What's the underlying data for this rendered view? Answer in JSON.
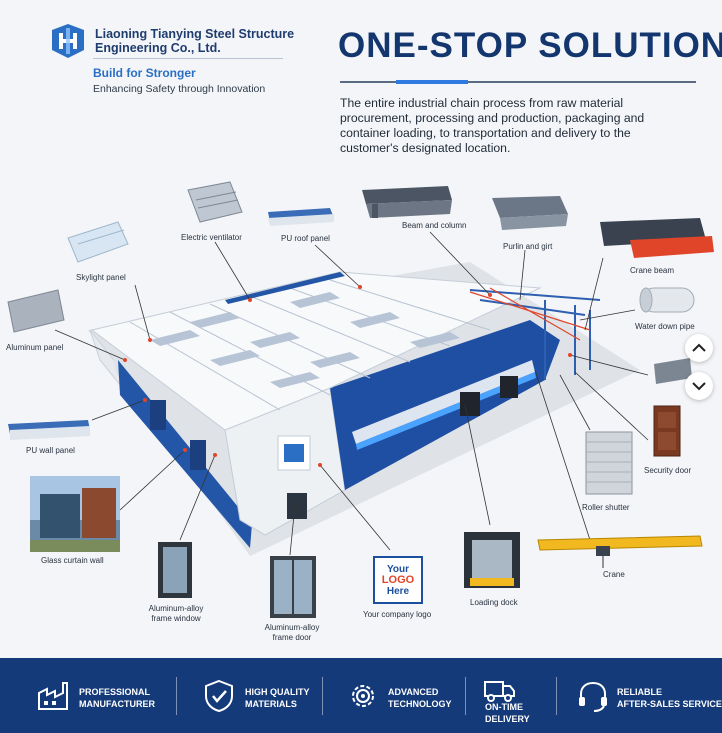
{
  "header": {
    "company_name": "Liaoning Tianying Steel Structure Engineering Co., Ltd.",
    "tagline": "Build for Stronger",
    "subtagline": "Enhancing Safety through Innovation"
  },
  "headline": "ONE-STOP SOLUTION",
  "description": "The entire industrial chain process from raw material procurement, processing and production, packaging and container loading, to transportation and delivery to the customer's designated location.",
  "parts": {
    "electric_ventilator": "Electric ventilator",
    "pu_roof_panel": "PU roof panel",
    "beam_and_column": "Beam and column",
    "purlin_and_girt": "Purlin and girt",
    "skylight_panel": "Skylight panel",
    "crane_beam": "Crane beam",
    "aluminum_panel": "Aluminum panel",
    "water_down_pipe": "Water down pipe",
    "pu_wall_panel": "PU wall panel",
    "security_door": "Security door",
    "roller_shutter": "Roller shutter",
    "glass_curtain_wall": "Glass curtain wall",
    "crane": "Crane",
    "aluminum_frame_window": "Aluminum-alloy frame window",
    "aluminum_frame_door": "Aluminum-alloy frame door",
    "your_company_logo": "Your company logo",
    "loading_dock": "Loading dock"
  },
  "logo_placeholder": {
    "line1": "Your",
    "line2": "LOGO",
    "line3": "Here"
  },
  "footer": {
    "features": [
      {
        "icon": "factory-icon",
        "label": "PROFESSIONAL\nMANUFACTURER"
      },
      {
        "icon": "shield-check-icon",
        "label": "HIGH QUALITY\nMATERIALS"
      },
      {
        "icon": "gear-icon",
        "label": "ADVANCED\nTECHNOLOGY"
      },
      {
        "icon": "truck-icon",
        "label": "ON-TIME\nDELIVERY"
      },
      {
        "icon": "headset-icon",
        "label": "RELIABLE\nAFTER-SALES SERVICE"
      }
    ]
  },
  "colors": {
    "brand_navy": "#14366e",
    "brand_blue": "#2f7ae0",
    "footer_bg": "#143a7a",
    "accent_orange": "#e0452a",
    "crane_yellow": "#f2b820"
  }
}
